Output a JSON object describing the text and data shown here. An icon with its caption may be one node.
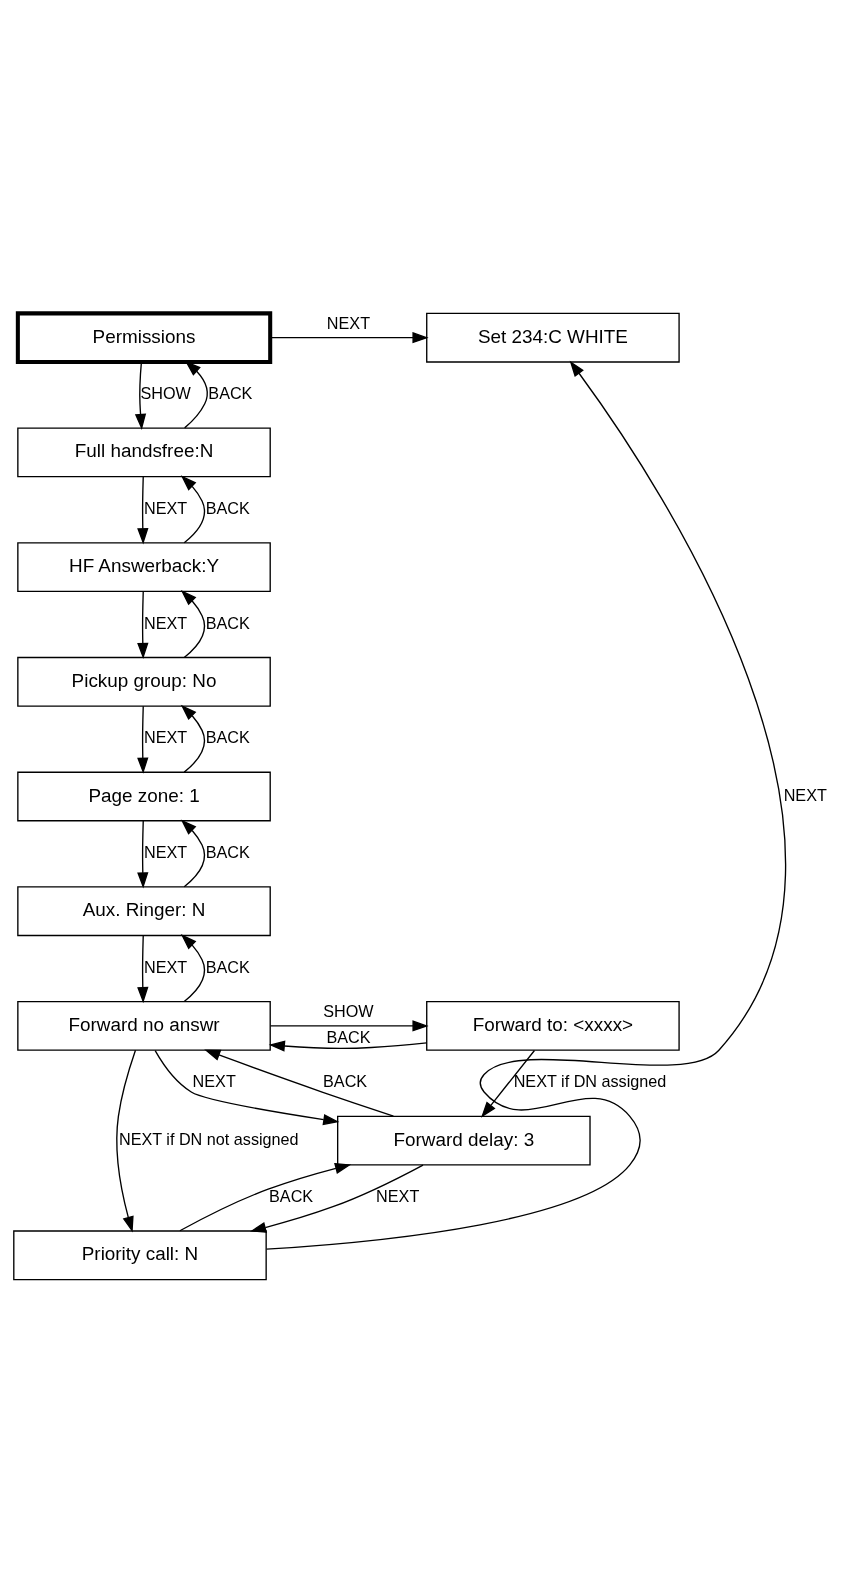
{
  "diagram": {
    "nodes": [
      {
        "text": [
          "Permissions"
        ]
      },
      {
        "text": [
          "Set 234:C WHITE"
        ]
      },
      {
        "text": [
          "Full handsfree:N"
        ]
      },
      {
        "text": [
          "HF Answerback:Y"
        ]
      },
      {
        "text": [
          "Pickup group: No"
        ]
      },
      {
        "text": [
          "Page zone: 1"
        ]
      },
      {
        "text": [
          "Aux. Ringer: N"
        ]
      },
      {
        "text": [
          "Forward no answr"
        ]
      },
      {
        "text": [
          "Forward to: <xxxx>"
        ]
      },
      {
        "text": [
          "Forward delay: 3"
        ]
      },
      {
        "text": [
          "Priority call: N"
        ]
      }
    ],
    "edges": [
      {
        "from": 0,
        "to": 1,
        "arrow": "to",
        "label": "NEXT"
      },
      {
        "from": 0,
        "to": 2,
        "arrow": "to",
        "label": "SHOW"
      },
      {
        "from": 2,
        "to": 0,
        "arrow": "to",
        "label": "BACK"
      },
      {
        "from": 2,
        "to": 3,
        "arrow": "to",
        "label": "NEXT"
      },
      {
        "from": 3,
        "to": 2,
        "arrow": "to",
        "label": "BACK"
      },
      {
        "from": 3,
        "to": 4,
        "arrow": "to",
        "label": "NEXT"
      },
      {
        "from": 4,
        "to": 3,
        "arrow": "to",
        "label": "BACK"
      },
      {
        "from": 4,
        "to": 5,
        "arrow": "to",
        "label": "NEXT"
      },
      {
        "from": 5,
        "to": 4,
        "arrow": "to",
        "label": "BACK"
      },
      {
        "from": 5,
        "to": 6,
        "arrow": "to",
        "label": "NEXT"
      },
      {
        "from": 6,
        "to": 5,
        "arrow": "to",
        "label": "BACK"
      },
      {
        "from": 6,
        "to": 7,
        "arrow": "to",
        "label": "NEXT"
      },
      {
        "from": 7,
        "to": 6,
        "arrow": "to",
        "label": "BACK"
      },
      {
        "from": 7,
        "to": 8,
        "arrow": "to",
        "label": "SHOW"
      },
      {
        "from": 8,
        "to": 7,
        "arrow": "to",
        "label": "BACK"
      },
      {
        "from": 7,
        "to": 10,
        "arrow": "to",
        "label": "NEXT if DN not assigned"
      },
      {
        "from": 7,
        "to": 9,
        "arrow": "to",
        "label": "NEXT"
      },
      {
        "from": 9,
        "to": 7,
        "arrow": "to",
        "label": "BACK"
      },
      {
        "from": 8,
        "to": 9,
        "arrow": "to",
        "label": "NEXT if DN assigned"
      },
      {
        "from": 9,
        "to": 10,
        "arrow": "to",
        "label": "NEXT"
      },
      {
        "from": 10,
        "to": 9,
        "arrow": "to",
        "label": "BACK"
      },
      {
        "from": 10,
        "to": 1,
        "arrow": "to",
        "label": "NEXT"
      }
    ]
  }
}
